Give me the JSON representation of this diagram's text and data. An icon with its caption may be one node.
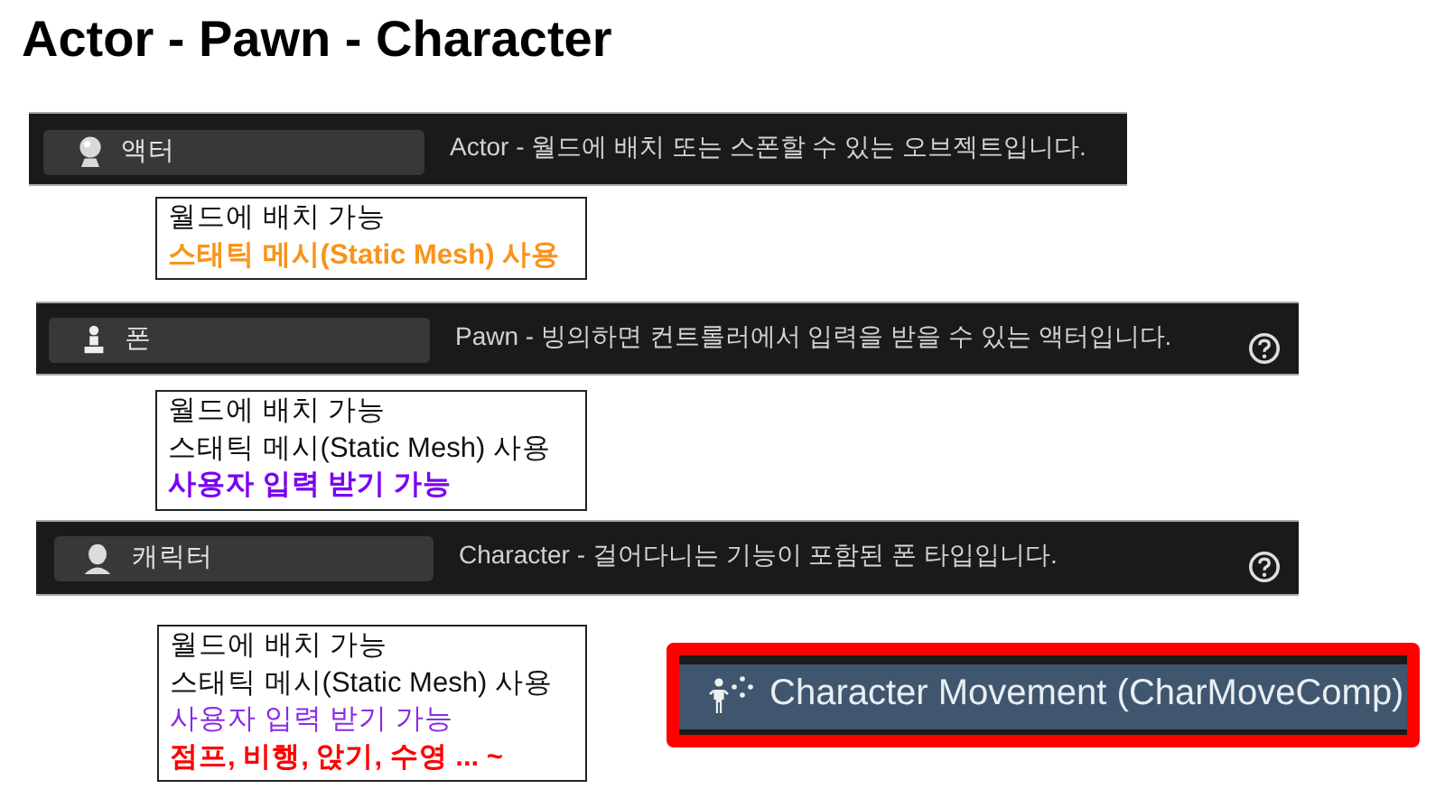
{
  "diagram": {
    "title": "Actor - Pawn - Character",
    "nodes": [
      {
        "text": [
          "Actor - 월드에 배치 또는 스폰할 수 있는 오브젝트입니다."
        ]
      },
      {
        "text": [
          "액터"
        ],
        "in": 0
      },
      {
        "text": [
          "월드에 배치 가능",
          "스태틱 메시(Static Mesh) 사용"
        ]
      },
      {
        "text": [
          "Pawn - 빙의하면 컨트롤러에서 입력을 받을 수 있는 액터입니다."
        ]
      },
      {
        "text": [
          "폰"
        ],
        "in": 3
      },
      {
        "text": [
          "월드에 배치 가능",
          "스태틱 메시(Static Mesh) 사용",
          "사용자 입력 받기 가능"
        ]
      },
      {
        "text": [
          "Character - 걸어다니는 기능이 포함된 폰 타입입니다."
        ]
      },
      {
        "text": [
          "캐릭터"
        ],
        "in": 6
      },
      {
        "text": [
          "월드에 배치 가능",
          "스태틱 메시(Static Mesh) 사용",
          "사용자 입력 받기 가능",
          "점프, 비행, 앉기, 수영 ... ~"
        ]
      },
      {
        "text": [
          "Character Movement (CharMoveComp)"
        ]
      }
    ]
  }
}
